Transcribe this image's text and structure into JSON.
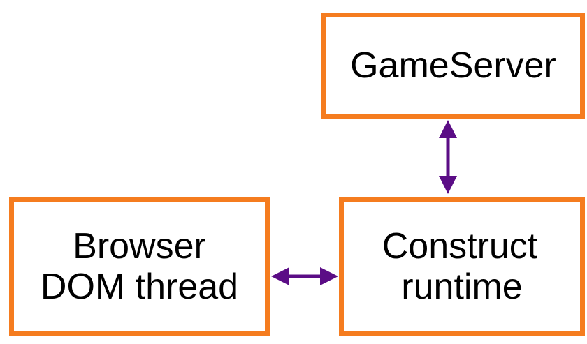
{
  "diagram": {
    "nodes": {
      "gameserver": {
        "label": "GameServer"
      },
      "browser": {
        "line1": "Browser",
        "line2": "DOM thread"
      },
      "construct": {
        "line1": "Construct",
        "line2": "runtime"
      }
    },
    "edges": [
      {
        "from": "gameserver",
        "to": "construct",
        "style": "bidirectional"
      },
      {
        "from": "browser",
        "to": "construct",
        "style": "bidirectional"
      }
    ],
    "colors": {
      "box_border": "#f57c1f",
      "arrow": "#5b0d86",
      "text": "#000000"
    }
  }
}
